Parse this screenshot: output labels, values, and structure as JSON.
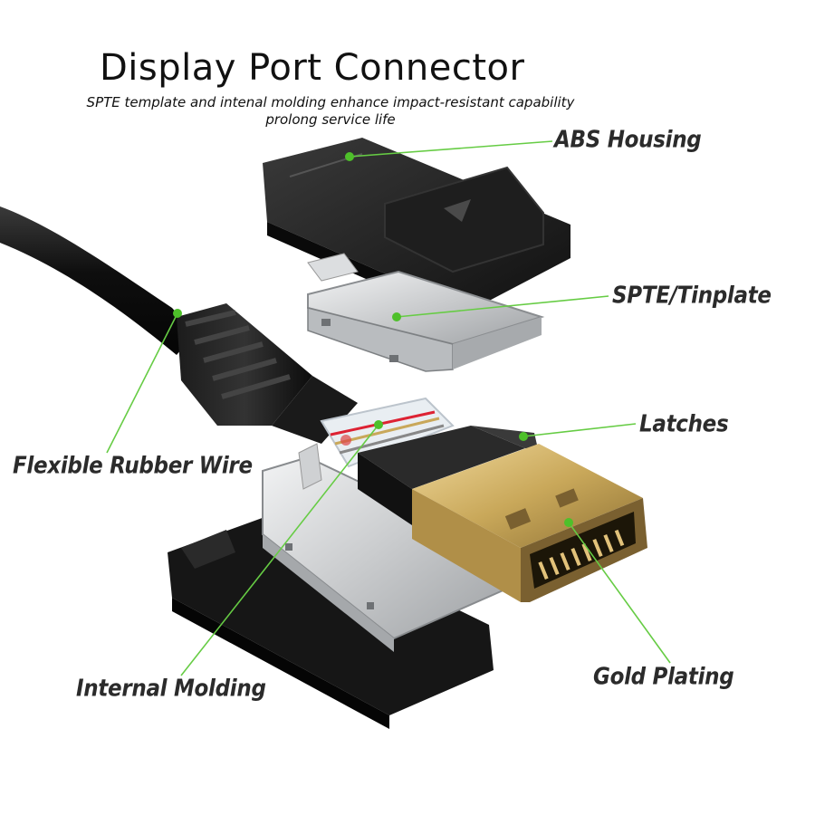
{
  "title": "Display Port Connector",
  "subtitle": "SPTE template and intenal molding enhance impact-resistant capability prolong service life",
  "labels": {
    "abs_housing": "ABS Housing",
    "spte_tinplate": "SPTE/Tinplate",
    "latches": "Latches",
    "flexible_rubber_wire": "Flexible Rubber Wire",
    "internal_molding": "Internal Molding",
    "gold_plating": "Gold Plating"
  },
  "colors": {
    "leader_line": "#66cc44",
    "leader_dot": "#4ec02a",
    "housing": "#151515",
    "tinplate": "#d4d6d8",
    "gold": "#c9a85a",
    "label_text": "#2b2b2b"
  }
}
